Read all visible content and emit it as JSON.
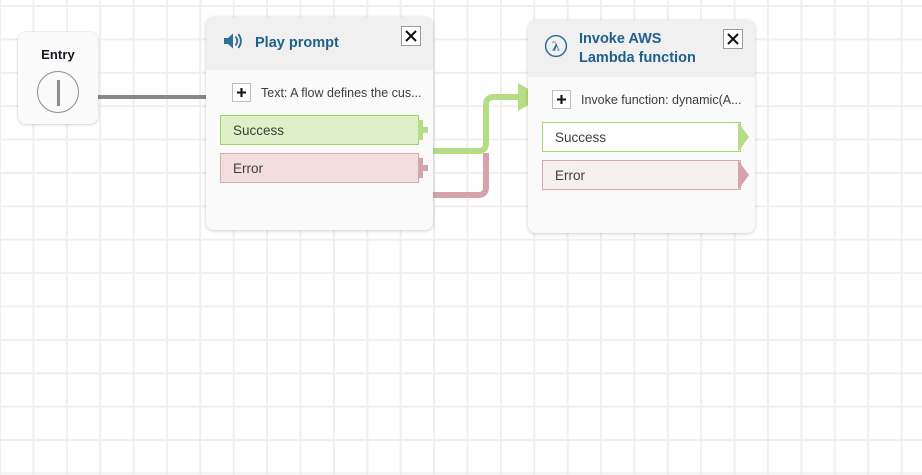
{
  "canvas": {
    "background_color": "#ffffff",
    "grid_line_color": "#efefef"
  },
  "entry_node": {
    "label": "Entry",
    "icon": "flow-start-icon"
  },
  "nodes": [
    {
      "id": "play-prompt",
      "title": "Play prompt",
      "icon": "speaker-icon",
      "close_label": "×",
      "body": {
        "add_label": "+",
        "text": "Text: A flow defines the cus..."
      },
      "ports": [
        {
          "label": "Success",
          "style": "success",
          "color": "#9fd35e"
        },
        {
          "label": "Error",
          "style": "error",
          "color": "#d9a8ae"
        }
      ]
    },
    {
      "id": "invoke-aws-lambda-function",
      "title": "Invoke AWS\nLambda function",
      "icon": "aws-lambda-icon",
      "close_label": "×",
      "body": {
        "add_label": "+",
        "text": "Invoke function: dynamic(A..."
      },
      "ports": [
        {
          "label": "Success",
          "style": "success-outline",
          "color": "#a8d96a"
        },
        {
          "label": "Error",
          "style": "error-outline",
          "color": "#d9a8ae"
        }
      ]
    }
  ],
  "connections": [
    {
      "from": "entry",
      "to": "play-prompt",
      "color": "#888888"
    },
    {
      "from": "play-prompt.success",
      "to": "invoke-aws-lambda-function",
      "color": "#b5dd85"
    },
    {
      "from": "play-prompt.error",
      "to": "unconnected",
      "color": "#d4a3ac"
    }
  ],
  "colors": {
    "title_blue": "#20618a",
    "header_bg": "#f0f0f0",
    "card_bg": "#fafafa",
    "success_green": "#9fd35e",
    "error_pink": "#d9a8ae",
    "entry_gray": "#8d8d8d"
  }
}
